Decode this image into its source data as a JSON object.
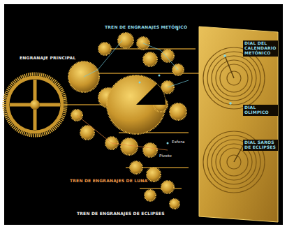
{
  "diagram": {
    "labels": [
      "TREN DE ENGRANAJES METÓNICO",
      "ENGRANAJE PRINCIPAL",
      "DIAL DEL CALENDARIO METÓNICO",
      "DIAL OLÍMPICO",
      "DIAL SAROS DE ECLIPSES",
      "Esfera",
      "Pivote",
      "TREN DE ENGRANAJES DE LUNA",
      "TREN DE ENGRANAJES DE ECLIPSES"
    ]
  }
}
